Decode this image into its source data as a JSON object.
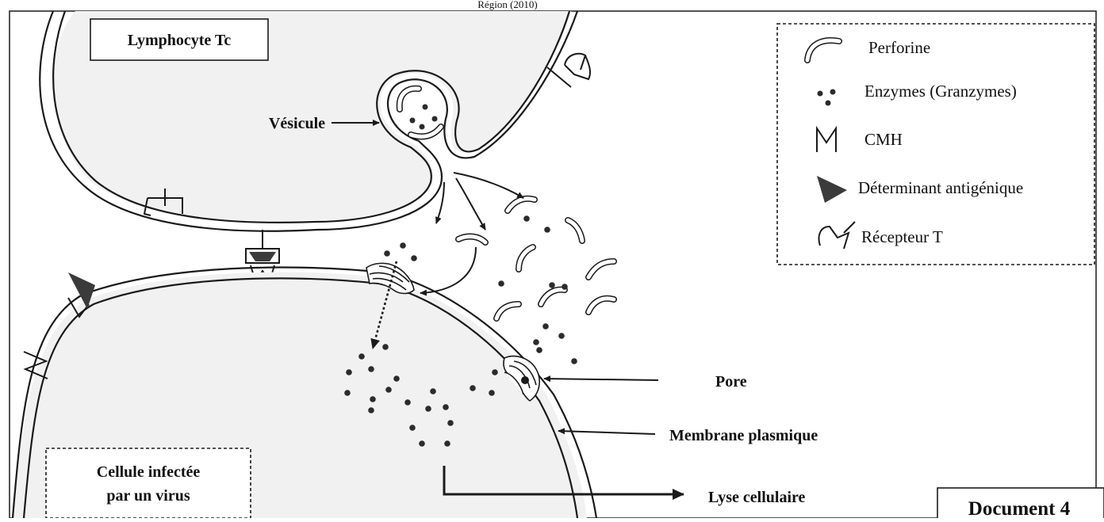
{
  "header_fragment": "Région (2010)",
  "labels": {
    "tc_cell": "Lymphocyte Tc",
    "vesicle": "Vésicule",
    "pore": "Pore",
    "membrane": "Membrane plasmique",
    "lysis": "Lyse cellulaire",
    "infected_line1": "Cellule infectée",
    "infected_line2": "par un virus",
    "document": "Document 4"
  },
  "legend": {
    "perforine": "Perforine",
    "enzymes": "Enzymes (Granzymes)",
    "cmh": "CMH",
    "determinant": "Déterminant antigénique",
    "receptor": "Récepteur T"
  },
  "colors": {
    "outline": "#1a1a1a",
    "cytoplasm": "#f1f1f1",
    "enzyme": "#2b2b2b",
    "determinant": "#3b3b3b"
  },
  "icons": [
    "perforine-icon",
    "enzyme-dots-icon",
    "cmh-icon",
    "determinant-icon",
    "t-receptor-icon"
  ]
}
